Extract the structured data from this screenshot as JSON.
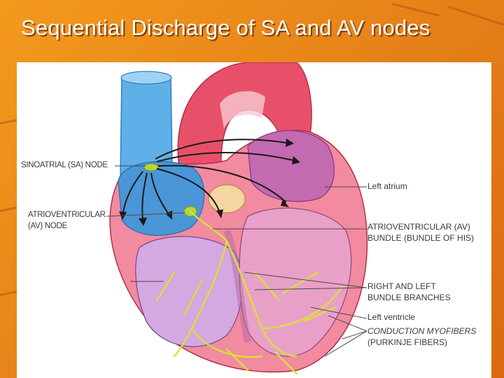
{
  "slide": {
    "title": "Sequential Discharge of SA and AV nodes"
  },
  "theme": {
    "background": "#ec8a1a",
    "title_color": "#ffffff",
    "label_color": "#3a3a3a",
    "conduction_color": "#d8e03a"
  },
  "labels": {
    "sa_node": "SINOATRIAL (SA) NODE",
    "av_node_line1": "ATRIOVENTRICULAR",
    "av_node_line2": "(AV) NODE",
    "left_atrium": "Left atrium",
    "av_bundle_line1": "ATRIOVENTRICULAR (AV)",
    "av_bundle_line2": "BUNDLE (BUNDLE OF HIS)",
    "bundle_branches_line1": "RIGHT AND LEFT",
    "bundle_branches_line2": "BUNDLE BRANCHES",
    "left_ventricle": "Left ventricle",
    "purkinje_line1": "CONDUCTION MYOFIBERS",
    "purkinje_line2": "(PURKINJE FIBERS)"
  }
}
